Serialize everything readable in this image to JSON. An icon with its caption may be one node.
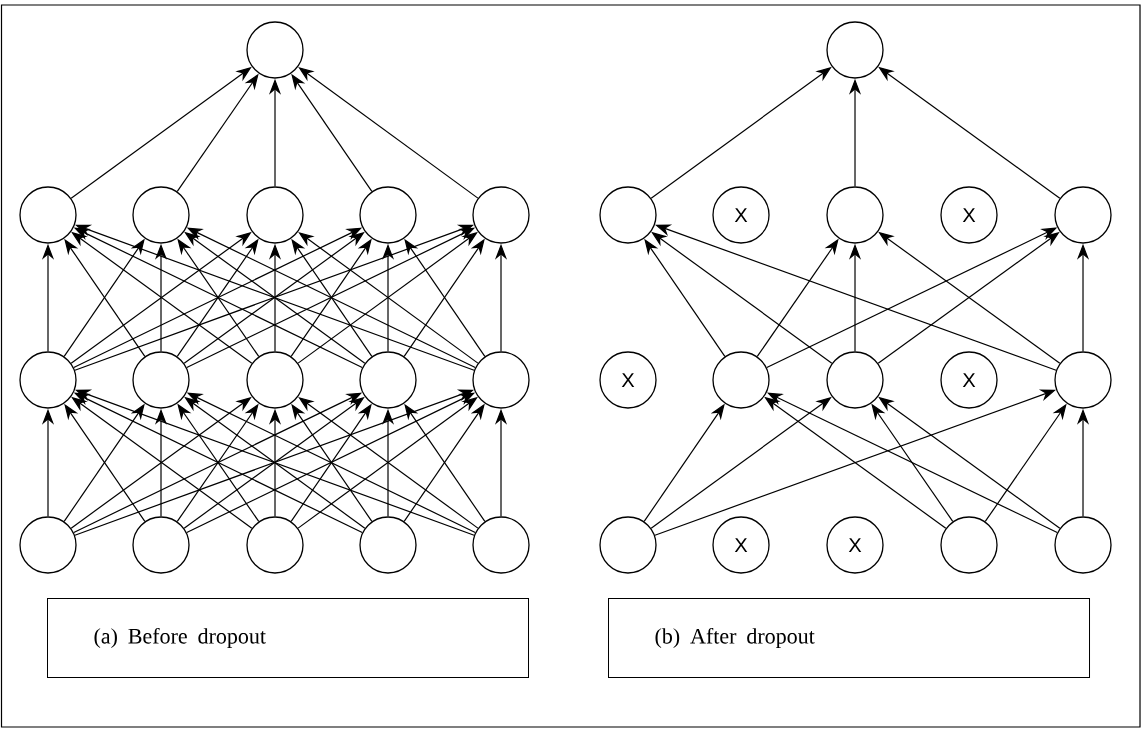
{
  "diagram": {
    "nodes": [
      {
        "text": [],
        "shape": "circle"
      },
      {
        "text": [],
        "shape": "circle"
      },
      {
        "text": [],
        "shape": "circle"
      },
      {
        "text": [],
        "shape": "circle"
      },
      {
        "text": [],
        "shape": "circle"
      },
      {
        "text": [],
        "shape": "circle"
      },
      {
        "text": [],
        "shape": "circle"
      },
      {
        "text": [],
        "shape": "circle"
      },
      {
        "text": [],
        "shape": "circle"
      },
      {
        "text": [],
        "shape": "circle"
      },
      {
        "text": [],
        "shape": "circle"
      },
      {
        "text": [],
        "shape": "circle"
      },
      {
        "text": [],
        "shape": "circle"
      },
      {
        "text": [],
        "shape": "circle"
      },
      {
        "text": [],
        "shape": "circle"
      },
      {
        "text": [],
        "shape": "circle"
      },
      {
        "text": [
          "(a) Before dropout"
        ]
      },
      {
        "text": [],
        "shape": "circle"
      },
      {
        "text": [],
        "shape": "circle"
      },
      {
        "text": [
          "X"
        ]
      },
      {
        "text": [],
        "shape": "circle"
      },
      {
        "text": [
          "X"
        ]
      },
      {
        "text": [],
        "shape": "circle"
      },
      {
        "text": [
          "X"
        ]
      },
      {
        "text": [],
        "shape": "circle"
      },
      {
        "text": [],
        "shape": "circle"
      },
      {
        "text": [
          "X"
        ]
      },
      {
        "text": [],
        "shape": "circle"
      },
      {
        "text": [],
        "shape": "circle"
      },
      {
        "text": [
          "X"
        ]
      },
      {
        "text": [
          "X"
        ]
      },
      {
        "text": [],
        "shape": "circle"
      },
      {
        "text": [],
        "shape": "circle"
      },
      {
        "text": [
          "(b) After dropout"
        ]
      }
    ],
    "edges": [
      {
        "from": 11,
        "to": 6,
        "arrow": "to"
      },
      {
        "from": 11,
        "to": 7,
        "arrow": "to"
      },
      {
        "from": 11,
        "to": 8,
        "arrow": "to"
      },
      {
        "from": 11,
        "to": 9,
        "arrow": "to"
      },
      {
        "from": 11,
        "to": 10,
        "arrow": "to"
      },
      {
        "from": 12,
        "to": 6,
        "arrow": "to"
      },
      {
        "from": 12,
        "to": 7,
        "arrow": "to"
      },
      {
        "from": 12,
        "to": 8,
        "arrow": "to"
      },
      {
        "from": 12,
        "to": 9,
        "arrow": "to"
      },
      {
        "from": 12,
        "to": 10,
        "arrow": "to"
      },
      {
        "from": 13,
        "to": 6,
        "arrow": "to"
      },
      {
        "from": 13,
        "to": 7,
        "arrow": "to"
      },
      {
        "from": 13,
        "to": 8,
        "arrow": "to"
      },
      {
        "from": 13,
        "to": 9,
        "arrow": "to"
      },
      {
        "from": 13,
        "to": 10,
        "arrow": "to"
      },
      {
        "from": 14,
        "to": 6,
        "arrow": "to"
      },
      {
        "from": 14,
        "to": 7,
        "arrow": "to"
      },
      {
        "from": 14,
        "to": 8,
        "arrow": "to"
      },
      {
        "from": 14,
        "to": 9,
        "arrow": "to"
      },
      {
        "from": 14,
        "to": 10,
        "arrow": "to"
      },
      {
        "from": 15,
        "to": 6,
        "arrow": "to"
      },
      {
        "from": 15,
        "to": 7,
        "arrow": "to"
      },
      {
        "from": 15,
        "to": 8,
        "arrow": "to"
      },
      {
        "from": 15,
        "to": 9,
        "arrow": "to"
      },
      {
        "from": 15,
        "to": 10,
        "arrow": "to"
      },
      {
        "from": 6,
        "to": 1,
        "arrow": "to"
      },
      {
        "from": 6,
        "to": 2,
        "arrow": "to"
      },
      {
        "from": 6,
        "to": 3,
        "arrow": "to"
      },
      {
        "from": 6,
        "to": 4,
        "arrow": "to"
      },
      {
        "from": 6,
        "to": 5,
        "arrow": "to"
      },
      {
        "from": 7,
        "to": 1,
        "arrow": "to"
      },
      {
        "from": 7,
        "to": 2,
        "arrow": "to"
      },
      {
        "from": 7,
        "to": 3,
        "arrow": "to"
      },
      {
        "from": 7,
        "to": 4,
        "arrow": "to"
      },
      {
        "from": 7,
        "to": 5,
        "arrow": "to"
      },
      {
        "from": 8,
        "to": 1,
        "arrow": "to"
      },
      {
        "from": 8,
        "to": 2,
        "arrow": "to"
      },
      {
        "from": 8,
        "to": 3,
        "arrow": "to"
      },
      {
        "from": 8,
        "to": 4,
        "arrow": "to"
      },
      {
        "from": 8,
        "to": 5,
        "arrow": "to"
      },
      {
        "from": 9,
        "to": 1,
        "arrow": "to"
      },
      {
        "from": 9,
        "to": 2,
        "arrow": "to"
      },
      {
        "from": 9,
        "to": 3,
        "arrow": "to"
      },
      {
        "from": 9,
        "to": 4,
        "arrow": "to"
      },
      {
        "from": 9,
        "to": 5,
        "arrow": "to"
      },
      {
        "from": 10,
        "to": 1,
        "arrow": "to"
      },
      {
        "from": 10,
        "to": 2,
        "arrow": "to"
      },
      {
        "from": 10,
        "to": 3,
        "arrow": "to"
      },
      {
        "from": 10,
        "to": 4,
        "arrow": "to"
      },
      {
        "from": 10,
        "to": 5,
        "arrow": "to"
      },
      {
        "from": 1,
        "to": 0,
        "arrow": "to"
      },
      {
        "from": 2,
        "to": 0,
        "arrow": "to"
      },
      {
        "from": 3,
        "to": 0,
        "arrow": "to"
      },
      {
        "from": 4,
        "to": 0,
        "arrow": "to"
      },
      {
        "from": 5,
        "to": 0,
        "arrow": "to"
      },
      {
        "from": 28,
        "to": 24,
        "arrow": "to"
      },
      {
        "from": 28,
        "to": 25,
        "arrow": "to"
      },
      {
        "from": 28,
        "to": 27,
        "arrow": "to"
      },
      {
        "from": 31,
        "to": 24,
        "arrow": "to"
      },
      {
        "from": 31,
        "to": 25,
        "arrow": "to"
      },
      {
        "from": 31,
        "to": 27,
        "arrow": "to"
      },
      {
        "from": 32,
        "to": 24,
        "arrow": "to"
      },
      {
        "from": 32,
        "to": 25,
        "arrow": "to"
      },
      {
        "from": 32,
        "to": 27,
        "arrow": "to"
      },
      {
        "from": 24,
        "to": 18,
        "arrow": "to"
      },
      {
        "from": 24,
        "to": 20,
        "arrow": "to"
      },
      {
        "from": 24,
        "to": 22,
        "arrow": "to"
      },
      {
        "from": 25,
        "to": 18,
        "arrow": "to"
      },
      {
        "from": 25,
        "to": 20,
        "arrow": "to"
      },
      {
        "from": 25,
        "to": 22,
        "arrow": "to"
      },
      {
        "from": 27,
        "to": 18,
        "arrow": "to"
      },
      {
        "from": 27,
        "to": 20,
        "arrow": "to"
      },
      {
        "from": 27,
        "to": 22,
        "arrow": "to"
      },
      {
        "from": 18,
        "to": 17,
        "arrow": "to"
      },
      {
        "from": 20,
        "to": 17,
        "arrow": "to"
      },
      {
        "from": 22,
        "to": 17,
        "arrow": "to"
      }
    ]
  }
}
